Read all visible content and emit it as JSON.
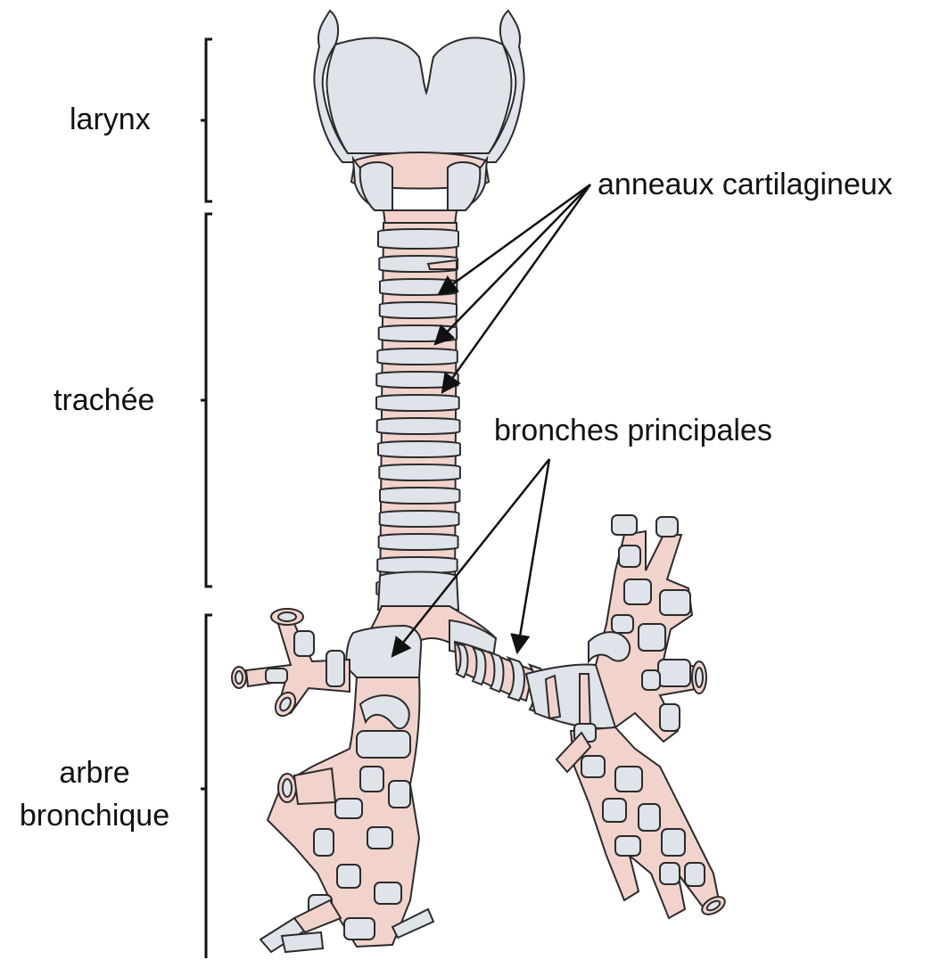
{
  "labels": {
    "larynx": "larynx",
    "trachea": "trachée",
    "bronchial_tree_line1": "arbre",
    "bronchial_tree_line2": "bronchique",
    "cartilage_rings": "anneaux cartilagineux",
    "main_bronchi": "bronches principales"
  },
  "colors": {
    "cartilage": "#dfe3ea",
    "membrane": "#f1d3cc",
    "outline": "#2b2b2b",
    "text": "#111111"
  }
}
